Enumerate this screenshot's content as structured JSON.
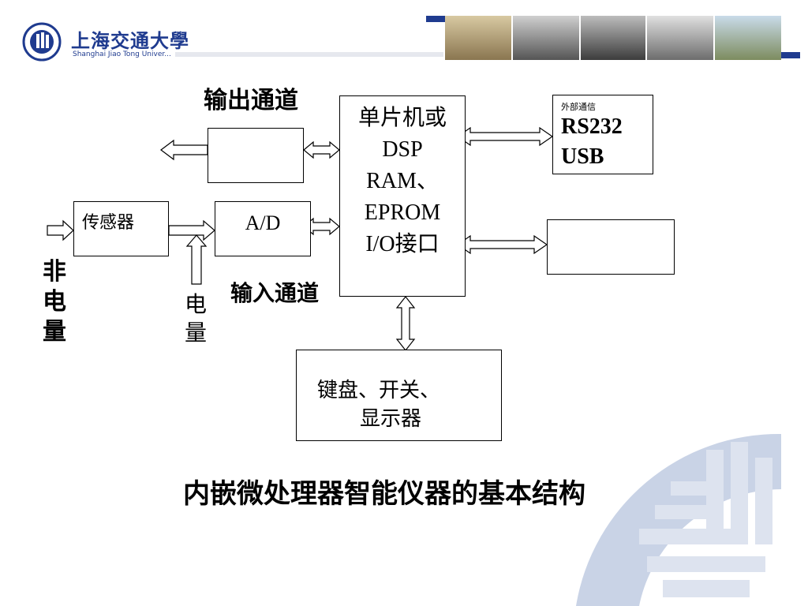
{
  "header": {
    "university_cn": "上海交通大學",
    "university_en": "Shanghai Jiao Tong Univer...",
    "accent_color": "#1f3b8f"
  },
  "diagram": {
    "output_channel_label": "输出通道",
    "input_channel_label": "输入通道",
    "sensor_label": "传感器",
    "ad_label": "A/D",
    "cpu_lines": [
      "单片机或",
      "DSP",
      "RAM、",
      "EPROM",
      "I/O接口"
    ],
    "comm_small": "外部通信",
    "comm_lines": [
      "RS232",
      "USB"
    ],
    "keyboard_lines": [
      "键盘、开关、",
      "显示器"
    ],
    "non_electric_chars": [
      "非",
      "电",
      "量"
    ],
    "electric_chars": [
      "电",
      "量"
    ]
  },
  "caption": "内嵌微处理器智能仪器的基本结构"
}
